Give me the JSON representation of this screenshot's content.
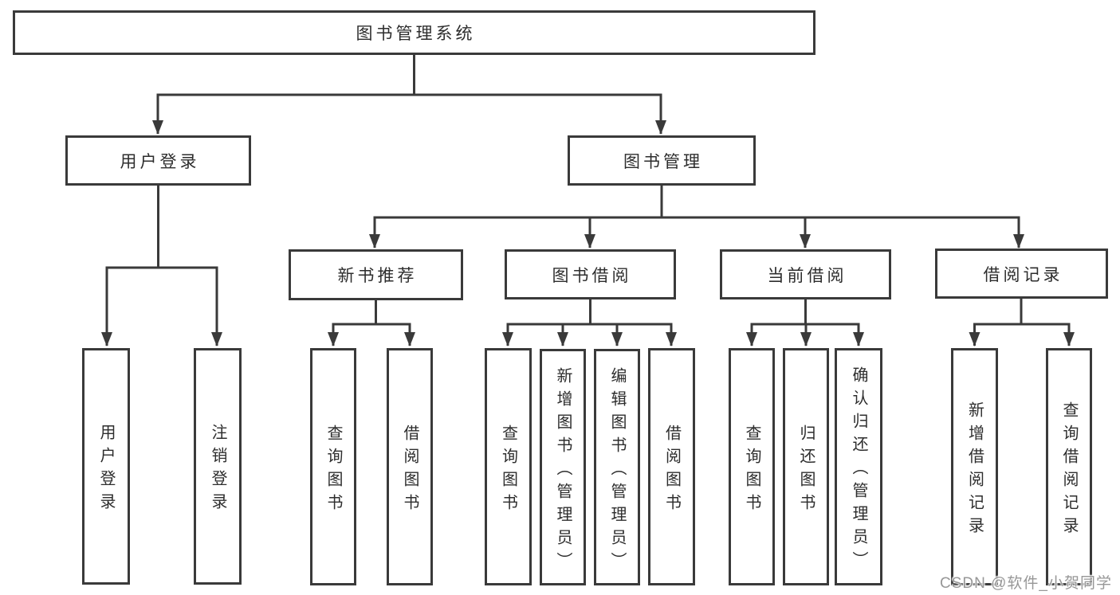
{
  "diagram": {
    "root": {
      "label": "图书管理系统"
    },
    "level2": {
      "user_login": {
        "label": "用户登录"
      },
      "book_management": {
        "label": "图书管理"
      }
    },
    "level3": {
      "new_book_recommend": {
        "label": "新书推荐"
      },
      "book_borrowing": {
        "label": "图书借阅"
      },
      "current_borrowing": {
        "label": "当前借阅"
      },
      "borrowing_records": {
        "label": "借阅记录"
      }
    },
    "leaves": {
      "user_login": {
        "label": "用户登录"
      },
      "logout_login": {
        "label": "注销登录"
      },
      "nb_query_books": {
        "label": "查询图书"
      },
      "nb_borrow_books": {
        "label": "借阅图书"
      },
      "bb_query_books": {
        "label": "查询图书"
      },
      "bb_add_books_admin": {
        "label": "新增图书（管理员）"
      },
      "bb_edit_books_admin": {
        "label": "编辑图书（管理员）"
      },
      "bb_borrow_books": {
        "label": "借阅图书"
      },
      "cb_query_books": {
        "label": "查询图书"
      },
      "cb_return_books": {
        "label": "归还图书"
      },
      "cb_confirm_return_admin": {
        "label": "确认归还（管理员）"
      },
      "br_add_record": {
        "label": "新增借阅记录"
      },
      "br_query_record": {
        "label": "查询借阅记录"
      }
    },
    "line_color": "#3a3a3a"
  },
  "watermark": {
    "text": "CSDN @软件_小贺同学"
  }
}
